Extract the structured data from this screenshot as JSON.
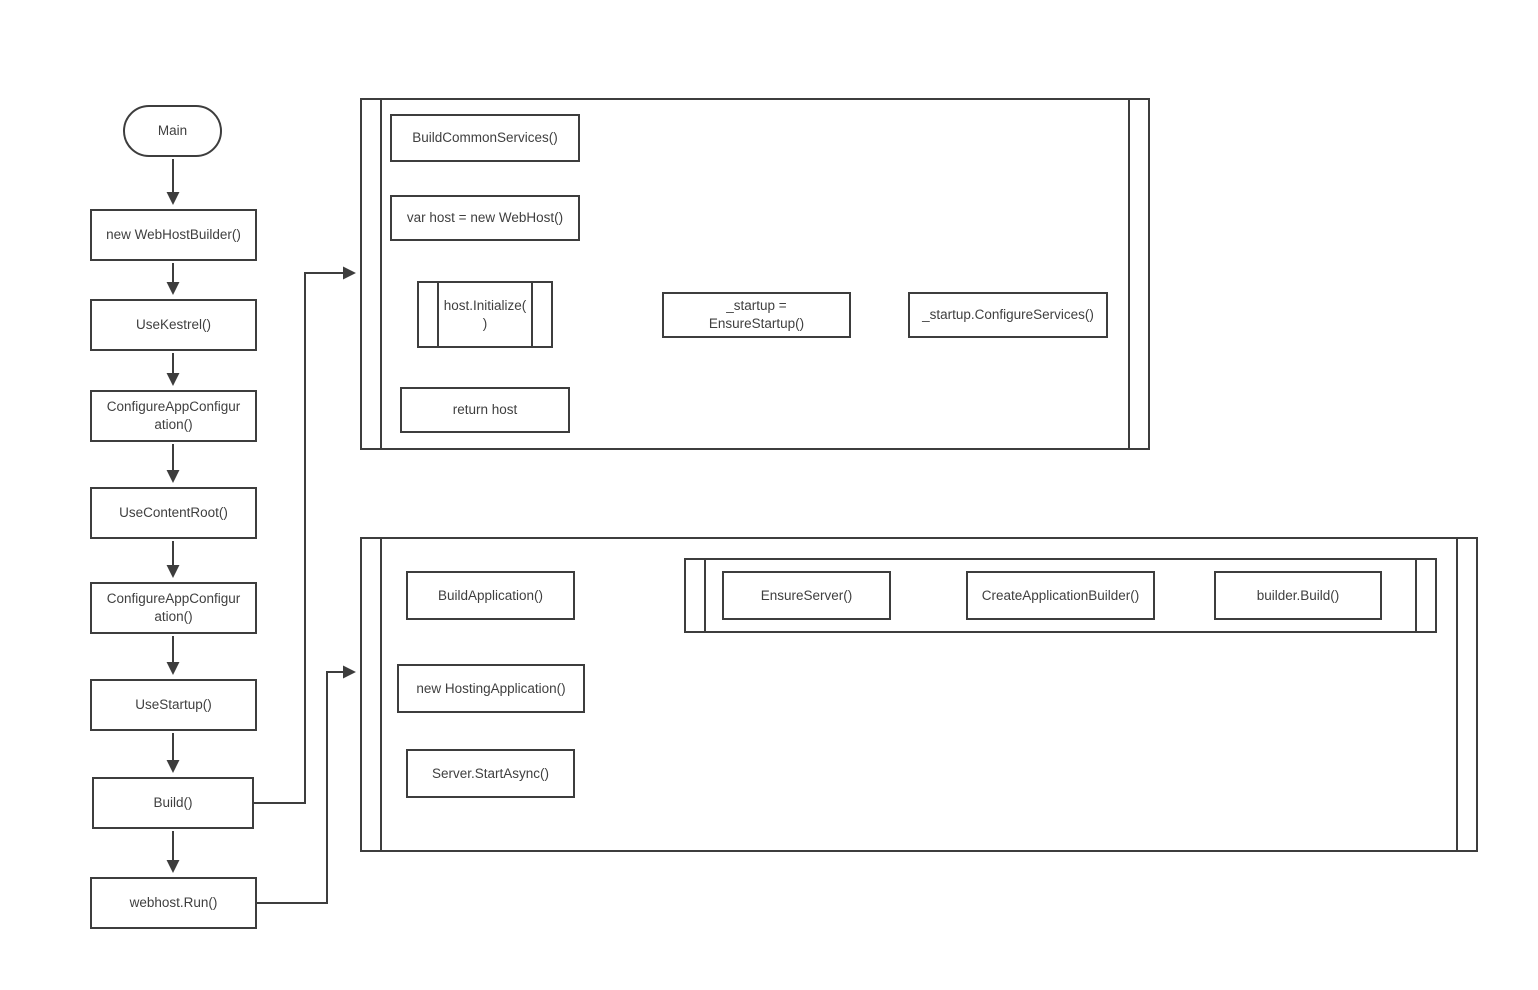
{
  "colors": {
    "stroke": "#3d3d3d",
    "text": "#3f3f3f",
    "background": "#ffffff"
  },
  "diagram": {
    "main_flow": {
      "start": {
        "label": "Main"
      },
      "steps": [
        {
          "label": "new WebHostBuilder()"
        },
        {
          "label": "UseKestrel()"
        },
        {
          "label": "ConfigureAppConfigur\nation()"
        },
        {
          "label": "UseContentRoot()"
        },
        {
          "label": "ConfigureAppConfigur\nation()"
        },
        {
          "label": "UseStartup()"
        },
        {
          "label": "Build()"
        },
        {
          "label": "webhost.Run()"
        }
      ]
    },
    "build_frame": {
      "steps": [
        {
          "label": "BuildCommonServices()"
        },
        {
          "label": "var host = new WebHost()"
        },
        {
          "label": "host.Initialize(\n)"
        },
        {
          "label": "return host"
        },
        {
          "label": "_startup =\nEnsureStartup()"
        },
        {
          "label": "_startup.ConfigureServices()"
        }
      ]
    },
    "run_frame": {
      "steps": [
        {
          "label": "BuildApplication()"
        },
        {
          "label": "new HostingApplication()"
        },
        {
          "label": "Server.StartAsync()"
        }
      ],
      "inner_frame": {
        "steps": [
          {
            "label": "EnsureServer()"
          },
          {
            "label": "CreateApplicationBuilder()"
          },
          {
            "label": "builder.Build()"
          }
        ]
      }
    }
  }
}
